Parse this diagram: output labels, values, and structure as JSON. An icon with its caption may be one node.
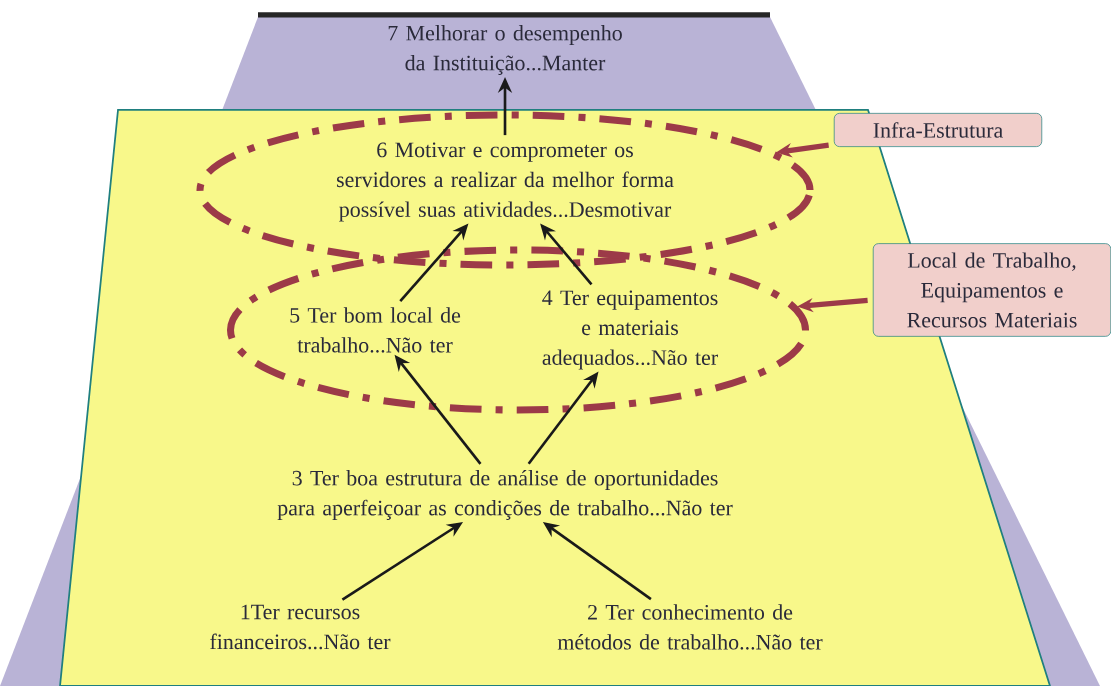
{
  "diagram": {
    "nodes": [
      {
        "text": [],
        "shape": "box"
      },
      {
        "text": [
          "7 Melhorar o desempenho da Instituição...Manter"
        ],
        "in": 0
      },
      {
        "text": [],
        "shape": "box",
        "in": 0
      },
      {
        "text": [],
        "shape": "ellipse",
        "in": 2
      },
      {
        "text": [
          "6 Motivar e comprometer os servidores a realizar da melhor forma possível suas atividades...Desmotivar"
        ],
        "in": 3
      },
      {
        "text": [],
        "shape": "ellipse",
        "in": 2
      },
      {
        "text": [
          "5 Ter bom local de trabalho...Não ter"
        ],
        "in": 5
      },
      {
        "text": [
          "4 Ter equipamentos e materiais adequados...Não ter"
        ],
        "in": 5
      },
      {
        "text": [
          "3 Ter boa estrutura de análise de oportunidades para aperfeiçoar as condições de trabalho...Não ter"
        ],
        "in": 2
      },
      {
        "text": [
          "1Ter recursos financeiros...Não ter"
        ],
        "in": 2
      },
      {
        "text": [
          "2 Ter conhecimento de métodos de trabalho...Não ter"
        ],
        "in": 2
      },
      {
        "text": [
          "Infra-Estrutura"
        ]
      },
      {
        "text": [
          "Local de Trabalho, Equipamentos e Recursos Materiais"
        ]
      }
    ],
    "edges": [
      {
        "from": 9,
        "to": 8,
        "arrow": "to"
      },
      {
        "from": 10,
        "to": 8,
        "arrow": "to"
      },
      {
        "from": 8,
        "to": 6,
        "arrow": "to"
      },
      {
        "from": 8,
        "to": 7,
        "arrow": "to"
      },
      {
        "from": 6,
        "to": 4,
        "arrow": "to"
      },
      {
        "from": 7,
        "to": 4,
        "arrow": "to"
      },
      {
        "from": 4,
        "to": 1,
        "arrow": "to"
      },
      {
        "from": 11,
        "to": 3,
        "arrow": "to",
        "style": "thick",
        "color": "#9c3a48"
      },
      {
        "from": 12,
        "to": 5,
        "arrow": "to",
        "style": "thick",
        "color": "#9c3a48"
      }
    ]
  }
}
